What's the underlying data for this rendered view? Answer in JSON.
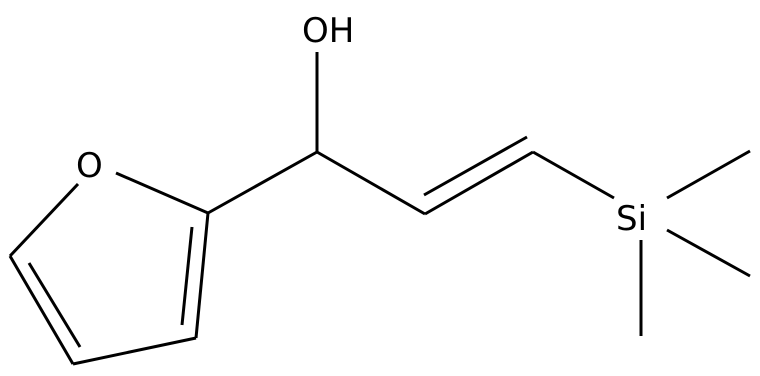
{
  "molecule": {
    "atoms": {
      "hydroxyl": "OH",
      "ring_oxygen": "O",
      "silicon": "Si"
    },
    "colors": {
      "bond": "#000000",
      "label": "#000000",
      "background": "#ffffff"
    }
  }
}
